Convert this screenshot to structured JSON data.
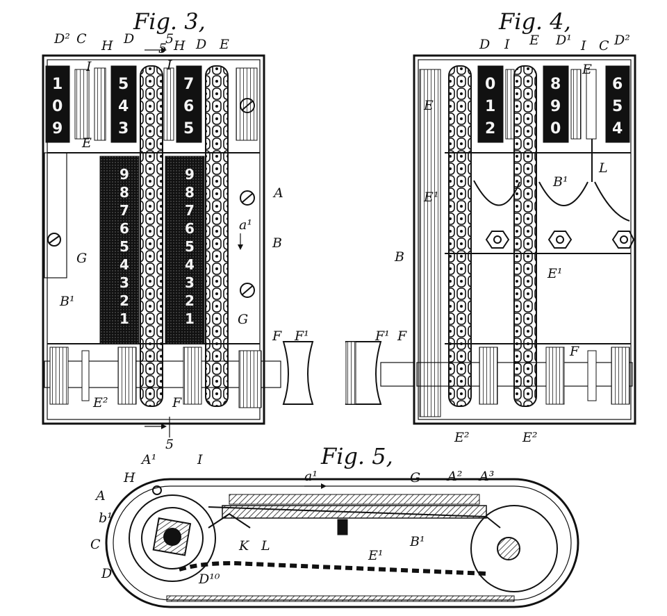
{
  "figures": {
    "fig3": {
      "title": "Fig. 3,"
    },
    "fig4": {
      "title": "Fig. 4,"
    },
    "fig5": {
      "title": "Fig. 5,"
    }
  },
  "fig3_wheels": {
    "left": [
      "1",
      "0",
      "9"
    ],
    "middle": [
      "5",
      "4",
      "3"
    ],
    "right": [
      "7",
      "6",
      "5"
    ]
  },
  "fig3_scales": {
    "left": [
      "9",
      "8",
      "7",
      "6",
      "5",
      "4",
      "3",
      "2",
      "1"
    ],
    "right": [
      "9",
      "8",
      "7",
      "6",
      "5",
      "4",
      "3",
      "2",
      "1"
    ]
  },
  "fig4_wheels": {
    "left": [
      "0",
      "1",
      "2"
    ],
    "middle": [
      "8",
      "9",
      "0"
    ],
    "right": [
      "6",
      "5",
      "4"
    ]
  },
  "labels": {
    "fig3_top": [
      "D²",
      "C",
      "H",
      "D",
      "5",
      "H",
      "D",
      "E",
      "I",
      "I"
    ],
    "fig3_side": [
      "A",
      "a¹",
      "B",
      "G",
      "B¹",
      "E",
      "G",
      "F",
      "E²",
      "F",
      "F¹",
      "5",
      "5"
    ],
    "fig4_top": [
      "D",
      "I",
      "E",
      "D¹",
      "I",
      "C",
      "D²",
      "E"
    ],
    "fig4_side": [
      "E",
      "E¹",
      "B¹",
      "L",
      "B",
      "E¹",
      "F",
      "F¹",
      "F",
      "E²",
      "E²"
    ],
    "fig5": [
      "A¹",
      "I",
      "H",
      "A",
      "b¹",
      "C",
      "D",
      "K",
      "L",
      "a¹",
      "G",
      "A²",
      "A³",
      "B¹",
      "E¹",
      "D¹⁰"
    ]
  }
}
